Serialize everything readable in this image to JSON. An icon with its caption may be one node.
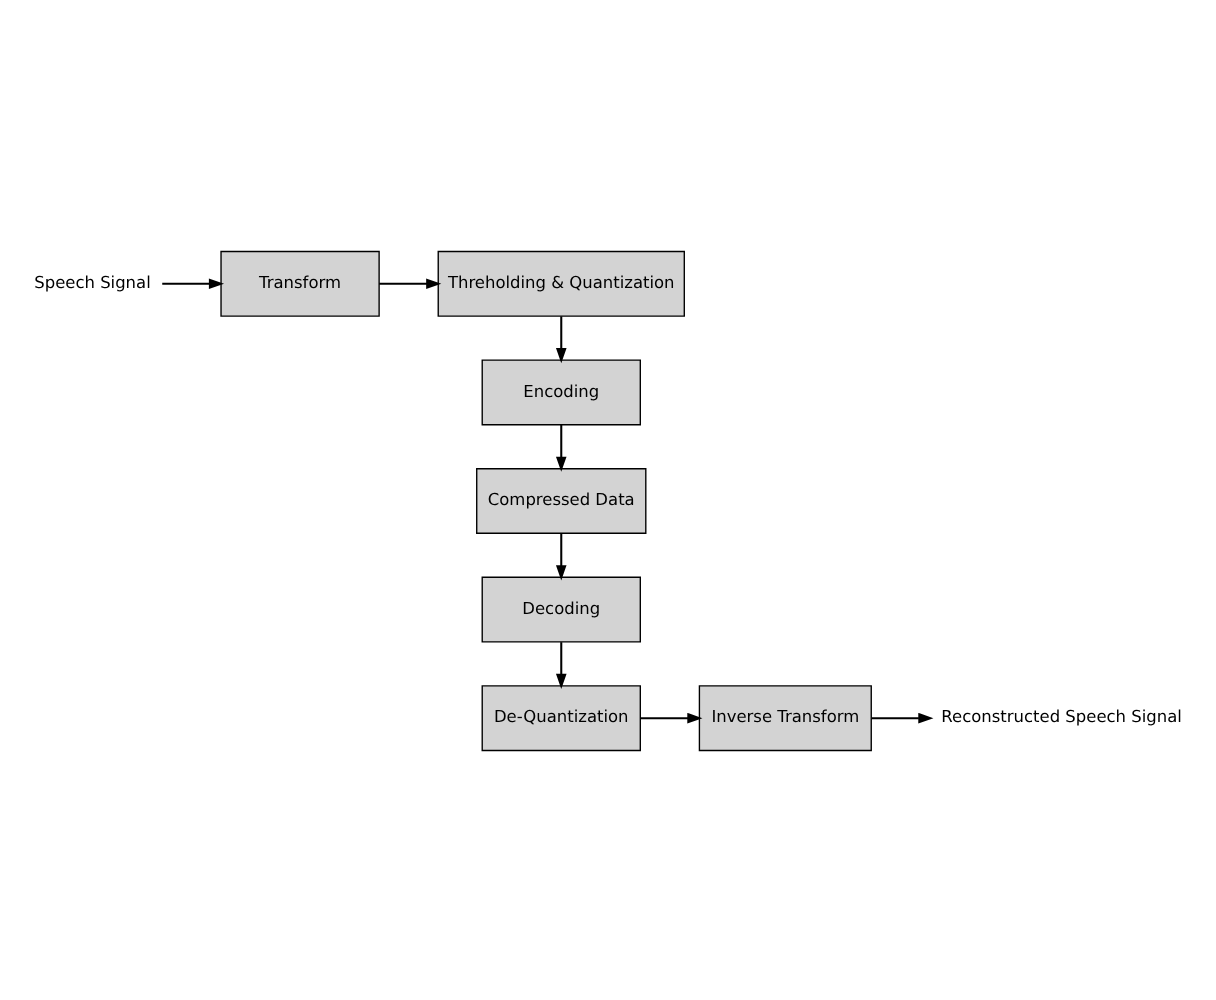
{
  "diagram": {
    "nodes": [
      {
        "text": [
          "Speech Signal"
        ]
      },
      {
        "text": [
          "Transform"
        ]
      },
      {
        "text": [
          "Threholding & Quantization"
        ]
      },
      {
        "text": [
          "Encoding"
        ]
      },
      {
        "text": [
          "Compressed Data"
        ]
      },
      {
        "text": [
          "Decoding"
        ]
      },
      {
        "text": [
          "De-Quantization"
        ]
      },
      {
        "text": [
          "Inverse Transform"
        ]
      },
      {
        "text": [
          "Reconstructed Speech Signal"
        ]
      }
    ],
    "edges": [
      {
        "from": 0,
        "to": 1,
        "arrow": "to"
      },
      {
        "from": 1,
        "to": 2,
        "arrow": "to"
      },
      {
        "from": 2,
        "to": 3,
        "arrow": "to"
      },
      {
        "from": 3,
        "to": 4,
        "arrow": "to"
      },
      {
        "from": 4,
        "to": 5,
        "arrow": "to"
      },
      {
        "from": 5,
        "to": 6,
        "arrow": "to"
      },
      {
        "from": 6,
        "to": 7,
        "arrow": "to"
      },
      {
        "from": 7,
        "to": 8,
        "arrow": "to"
      }
    ]
  }
}
